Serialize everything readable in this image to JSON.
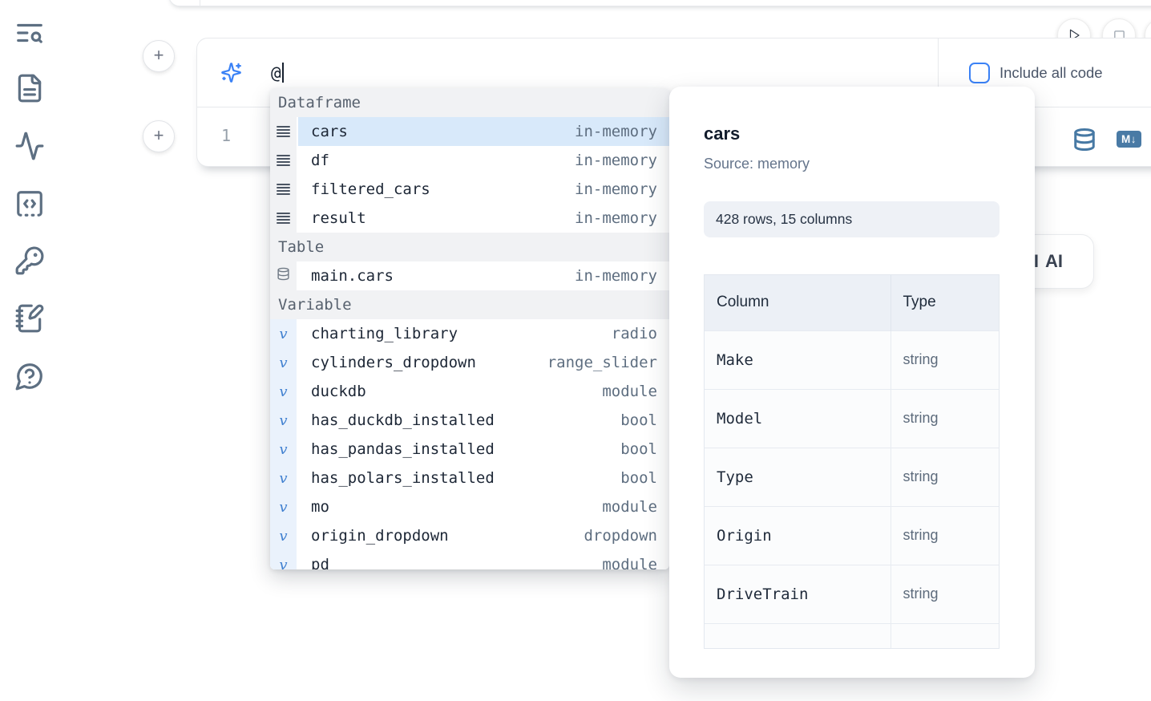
{
  "colors": {
    "accent_blue": "#3b82f6",
    "steel_blue": "#497aa5",
    "selected_row": "#d8e9fa",
    "section_header_bg": "#f1f2f4"
  },
  "sidebar": {
    "icons": [
      "list-search",
      "file-document",
      "activity",
      "code-snippet",
      "key",
      "notebook-edit",
      "help-chat"
    ]
  },
  "cell": {
    "prompt": {
      "value": "@",
      "icon": "sparkles-icon"
    },
    "include_all_code_label": "Include all code",
    "line_number": "1",
    "actions": {
      "database_icon": "database",
      "markdown_badge": "M↓"
    },
    "run_controls": [
      "play",
      "stop"
    ]
  },
  "completion": {
    "sections": [
      {
        "label": "Dataframe",
        "kind": "dataframe",
        "items": [
          {
            "name": "cars",
            "type": "in-memory",
            "selected": true
          },
          {
            "name": "df",
            "type": "in-memory"
          },
          {
            "name": "filtered_cars",
            "type": "in-memory"
          },
          {
            "name": "result",
            "type": "in-memory"
          }
        ]
      },
      {
        "label": "Table",
        "kind": "table",
        "items": [
          {
            "name": "main.cars",
            "type": "in-memory"
          }
        ]
      },
      {
        "label": "Variable",
        "kind": "variable",
        "items": [
          {
            "name": "charting_library",
            "type": "radio"
          },
          {
            "name": "cylinders_dropdown",
            "type": "range_slider"
          },
          {
            "name": "duckdb",
            "type": "module"
          },
          {
            "name": "has_duckdb_installed",
            "type": "bool"
          },
          {
            "name": "has_pandas_installed",
            "type": "bool"
          },
          {
            "name": "has_polars_installed",
            "type": "bool"
          },
          {
            "name": "mo",
            "type": "module"
          },
          {
            "name": "origin_dropdown",
            "type": "dropdown"
          },
          {
            "name": "pd",
            "type": "module"
          }
        ]
      }
    ]
  },
  "preview": {
    "title": "cars",
    "source": "Source: memory",
    "shape": "428 rows, 15 columns",
    "table": {
      "headers": [
        "Column",
        "Type"
      ],
      "rows": [
        [
          "Make",
          "string"
        ],
        [
          "Model",
          "string"
        ],
        [
          "Type",
          "string"
        ],
        [
          "Origin",
          "string"
        ],
        [
          "DriveTrain",
          "string"
        ]
      ]
    }
  },
  "ai_popup": {
    "fragment": "I",
    "label": "AI"
  }
}
